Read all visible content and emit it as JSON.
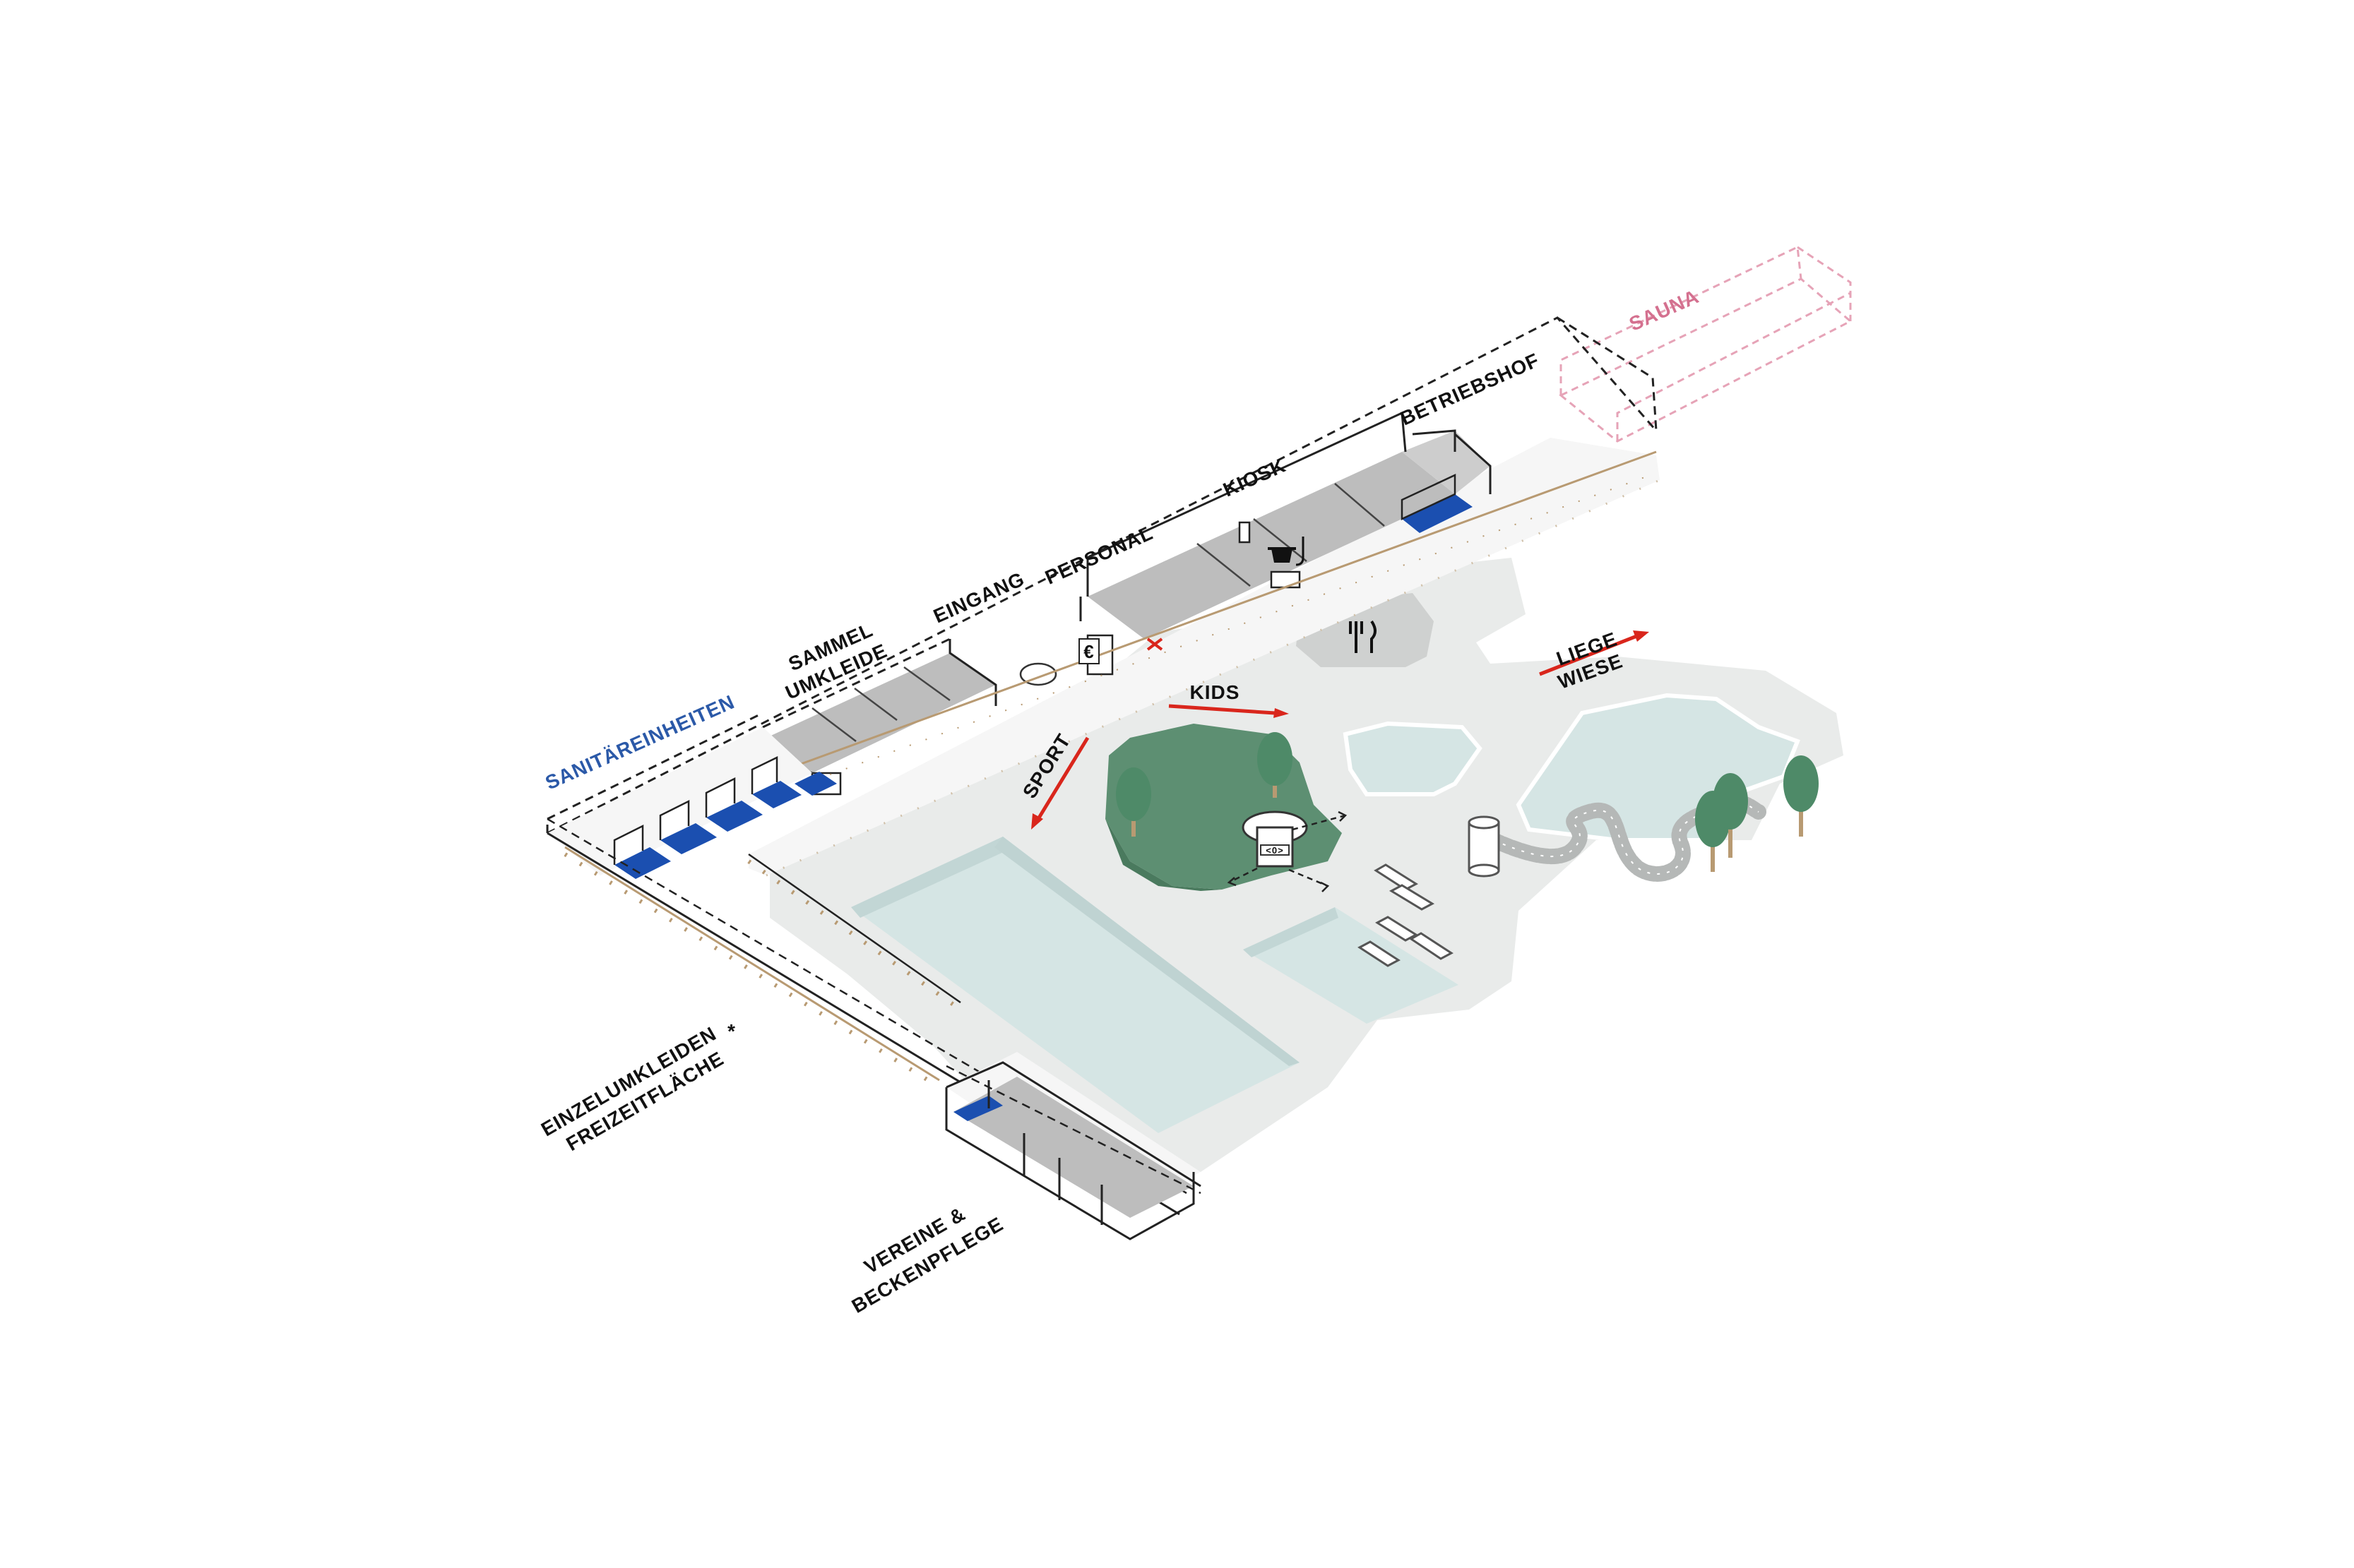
{
  "labels": {
    "sauna": "SAUNA",
    "betriebshof": "BETRIEBSHOF",
    "kiosk": "KIOSK",
    "personal": "PERSONAL",
    "eingang": "EINGANG",
    "sammel_line1": "SAMMEL",
    "sammel_line2": "UMKLEIDE",
    "sanitaer": "SANITÄREINHEITEN",
    "kids": "KIDS",
    "sport": "SPORT",
    "liege_line1": "LIEGE",
    "liege_line2": "WIESE",
    "einzel_line1": "EINZELUMKLEIDEN",
    "einzel_line2": "FREIZEITFLÄCHE",
    "einzel_mark": "*",
    "vereine_line1": "VEREINE &",
    "vereine_line2": "BECKENPFLEGE",
    "euro_symbol": "€",
    "tower_sign": "<0>"
  },
  "colors": {
    "label_black": "#111111",
    "label_blue": "#2b59a8",
    "label_pink": "#d4708f",
    "arrow_red": "#d9261c",
    "ground": "#e9ebea",
    "water": "#d5e5e4",
    "green": "#5d8f72",
    "tree": "#4e8a68",
    "unit_blue": "#1b4fb0",
    "roof_grey": "#bdbdbd",
    "post": "#b89a72"
  },
  "icons": [
    "cutlery-icon",
    "cooking-pot-icon",
    "euro-icon",
    "cross-mark-icon"
  ]
}
